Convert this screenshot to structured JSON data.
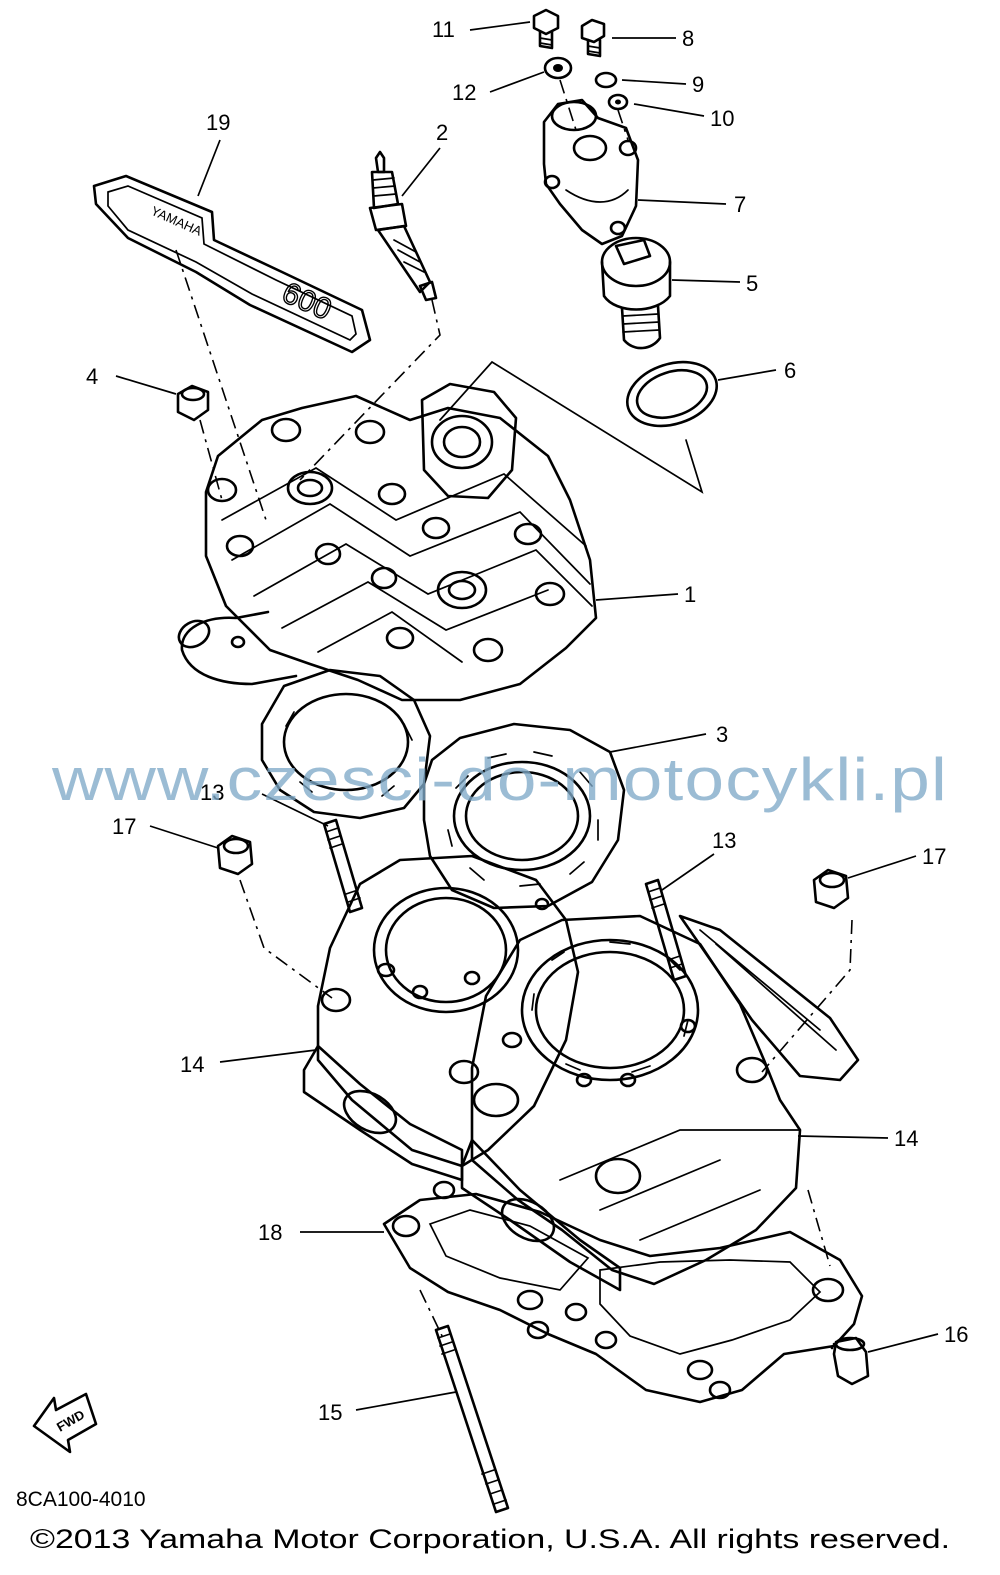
{
  "callouts": [
    {
      "id": "11",
      "text": "11"
    },
    {
      "id": "8",
      "text": "8"
    },
    {
      "id": "12",
      "text": "12"
    },
    {
      "id": "9",
      "text": "9"
    },
    {
      "id": "10",
      "text": "10"
    },
    {
      "id": "19",
      "text": "19"
    },
    {
      "id": "2",
      "text": "2"
    },
    {
      "id": "7",
      "text": "7"
    },
    {
      "id": "5",
      "text": "5"
    },
    {
      "id": "4",
      "text": "4"
    },
    {
      "id": "6",
      "text": "6"
    },
    {
      "id": "1",
      "text": "1"
    },
    {
      "id": "3",
      "text": "3"
    },
    {
      "id": "13a",
      "text": "13"
    },
    {
      "id": "17a",
      "text": "17"
    },
    {
      "id": "13b",
      "text": "13"
    },
    {
      "id": "17b",
      "text": "17"
    },
    {
      "id": "14a",
      "text": "14"
    },
    {
      "id": "14b",
      "text": "14"
    },
    {
      "id": "18",
      "text": "18"
    },
    {
      "id": "16",
      "text": "16"
    },
    {
      "id": "15",
      "text": "15"
    }
  ],
  "decal": {
    "brand": "YAMAHA",
    "model": "600"
  },
  "fwd_label": "FWD",
  "watermark": "www.czesci-do-motocykli.pl",
  "diagram_code": "8CA100-4010",
  "copyright": "©2013 Yamaha Motor Corporation, U.S.A. All rights reserved."
}
